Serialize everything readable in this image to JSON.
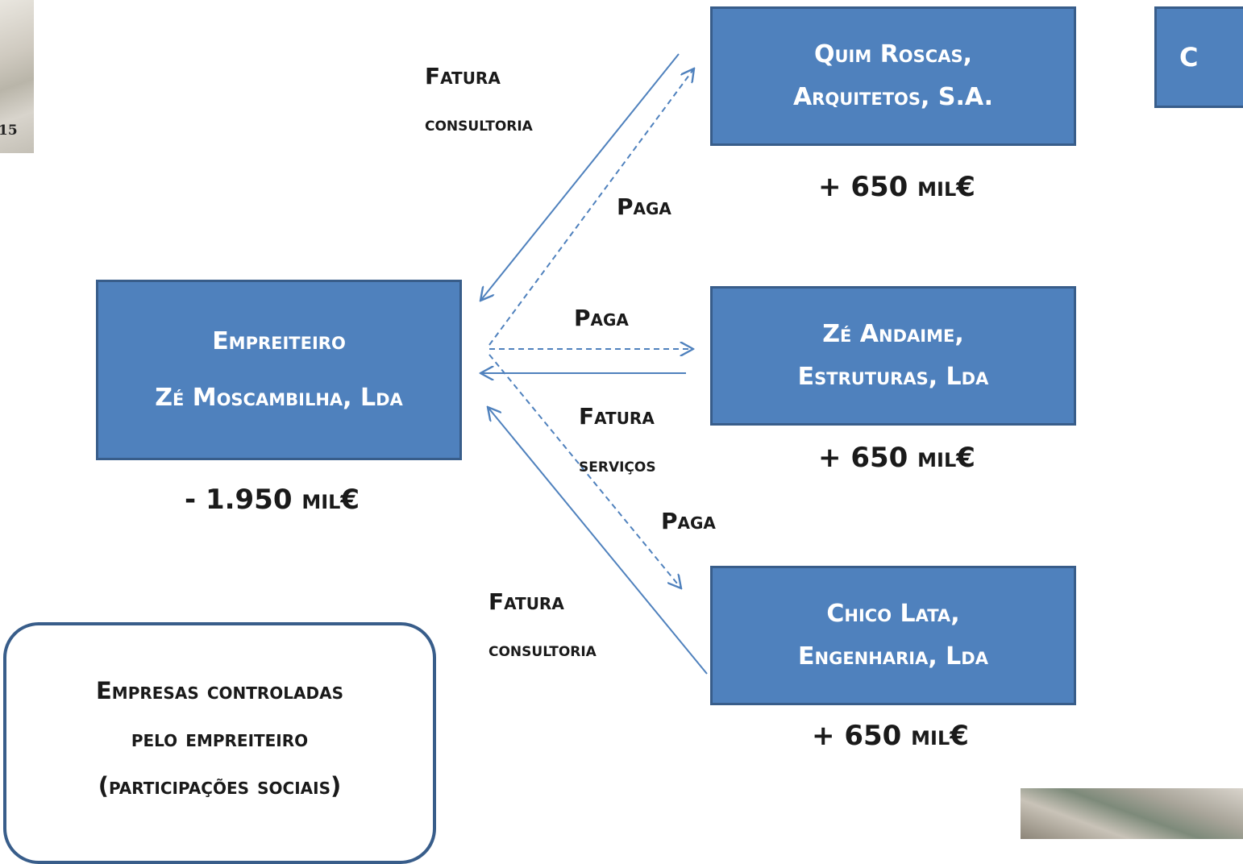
{
  "slide_number": "15",
  "partial_box_text": "C",
  "contractor": {
    "line1": "Empreiteiro",
    "line2": "Zé Moscambilha, Lda",
    "amount": "- 1.950 mil€"
  },
  "companies": [
    {
      "line1": "Quim Roscas,",
      "line2": "Arquitetos, S.A.",
      "amount": "+ 650 mil€"
    },
    {
      "line1": "Zé Andaime,",
      "line2": "Estruturas, Lda",
      "amount": "+ 650 mil€"
    },
    {
      "line1": "Chico Lata,",
      "line2": "Engenharia, Lda",
      "amount": "+ 650 mil€"
    }
  ],
  "flow_labels": {
    "fatura_consultoria_top_1": "Fatura",
    "fatura_consultoria_top_2": "consultoria",
    "paga_top": "Paga",
    "paga_middle": "Paga",
    "fatura_servicos_1": "Fatura",
    "fatura_servicos_2": "serviços",
    "paga_bottom": "Paga",
    "fatura_consultoria_bottom_1": "Fatura",
    "fatura_consultoria_bottom_2": "consultoria"
  },
  "legend": {
    "line1": "Empresas controladas",
    "line2": "pelo empreiteiro",
    "line3": "(participações sociais)"
  },
  "colors": {
    "box_fill": "#4f81bd",
    "box_border": "#385d8a",
    "arrow": "#4f81bd"
  }
}
